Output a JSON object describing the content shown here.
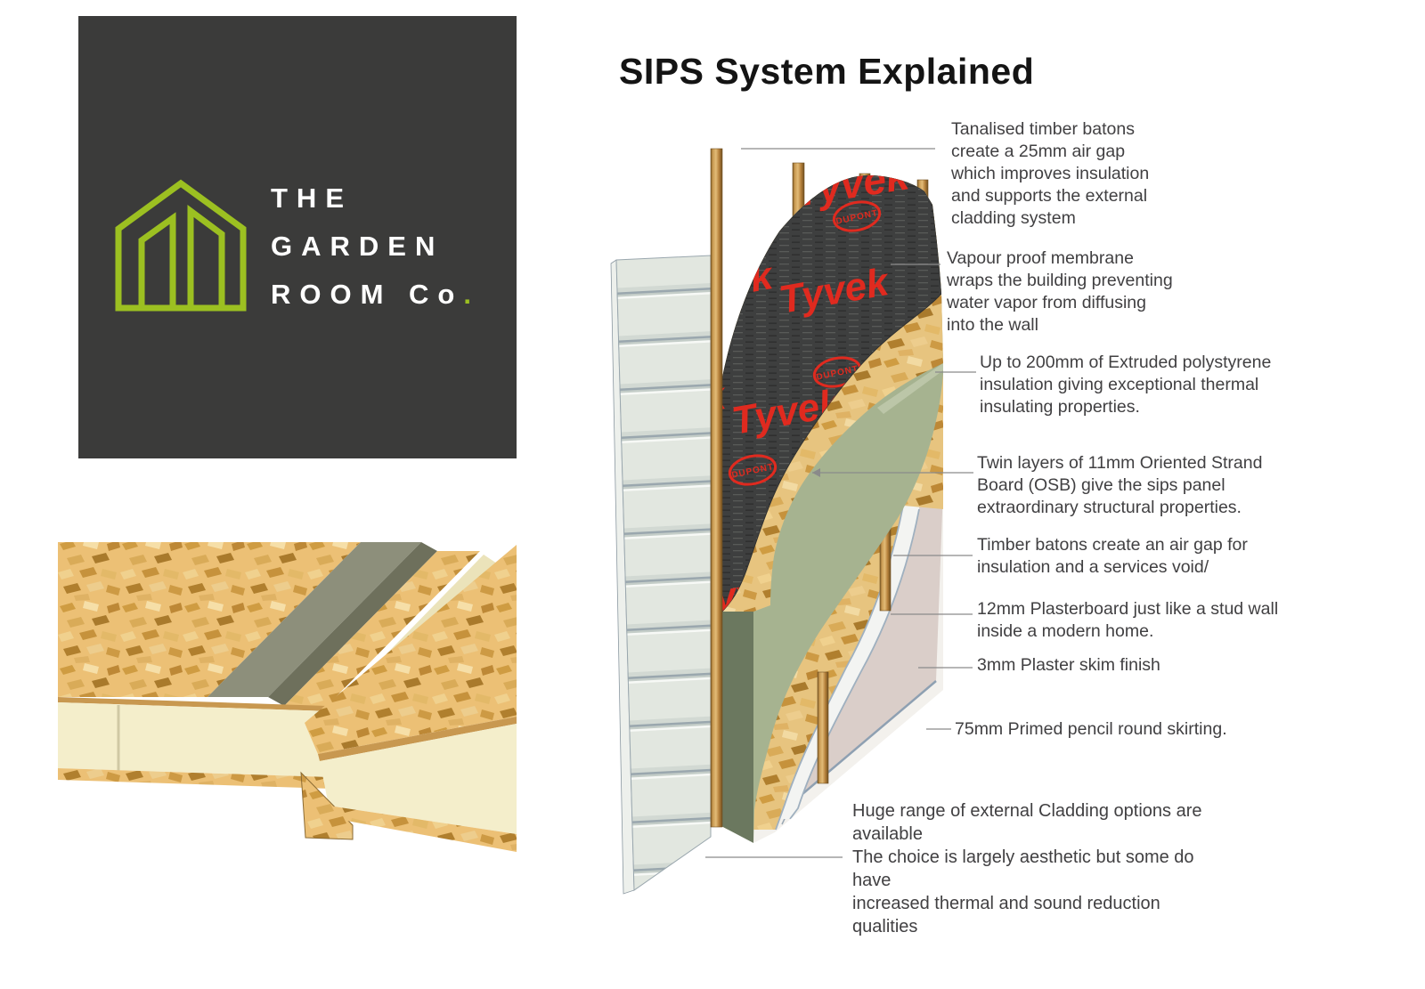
{
  "title": "SIPS System Explained",
  "logo": {
    "line1": "THE",
    "line2": "GARDEN",
    "line3": "ROOM Co",
    "dot": ".",
    "colors": {
      "background": "#3b3b3a",
      "green": "#9cc021",
      "text": "#ffffff"
    }
  },
  "annotations": [
    {
      "text": "Tanalised timber batons\ncreate a 25mm air gap\nwhich improves insulation\nand supports the external\ncladding system"
    },
    {
      "text": "Vapour proof membrane\nwraps the building preventing\nwater vapor from diffusing\ninto the wall"
    },
    {
      "text": "Up to 200mm  of Extruded polystyrene\ninsulation giving exceptional thermal\ninsulating properties."
    },
    {
      "text": "Twin layers of 11mm Oriented Strand\nBoard (OSB) give the sips panel\nextraordinary  structural properties."
    },
    {
      "text": "Timber batons create an air gap for\ninsulation and a services void/"
    },
    {
      "text": "12mm Plasterboard just like a stud wall\ninside a modern home."
    },
    {
      "text": "3mm Plaster skim finish"
    },
    {
      "text": "75mm Primed pencil round skirting."
    },
    {
      "text": "Huge range of external Cladding options are available\nThe choice is largely aesthetic but some do have\nincreased thermal and sound reduction qualities"
    }
  ],
  "diagram": {
    "membrane_brand": "Tyvek",
    "membrane_maker": "DUPONT",
    "layers": [
      "external cladding",
      "tanalised timber batons",
      "vapour proof membrane",
      "OSB board",
      "extruded polystyrene insulation",
      "OSB board",
      "timber batons",
      "plasterboard",
      "plaster skim",
      "skirting"
    ],
    "colors": {
      "membrane_red": "#e02a1f",
      "membrane_dark": "#3e3f3f",
      "osb_tan": "#e7c47f",
      "insulation_green": "#a6b390",
      "plaster_pink": "#dacECA",
      "cladding_grey": "#e2e7e0",
      "wood_brown": "#c99a52"
    }
  }
}
